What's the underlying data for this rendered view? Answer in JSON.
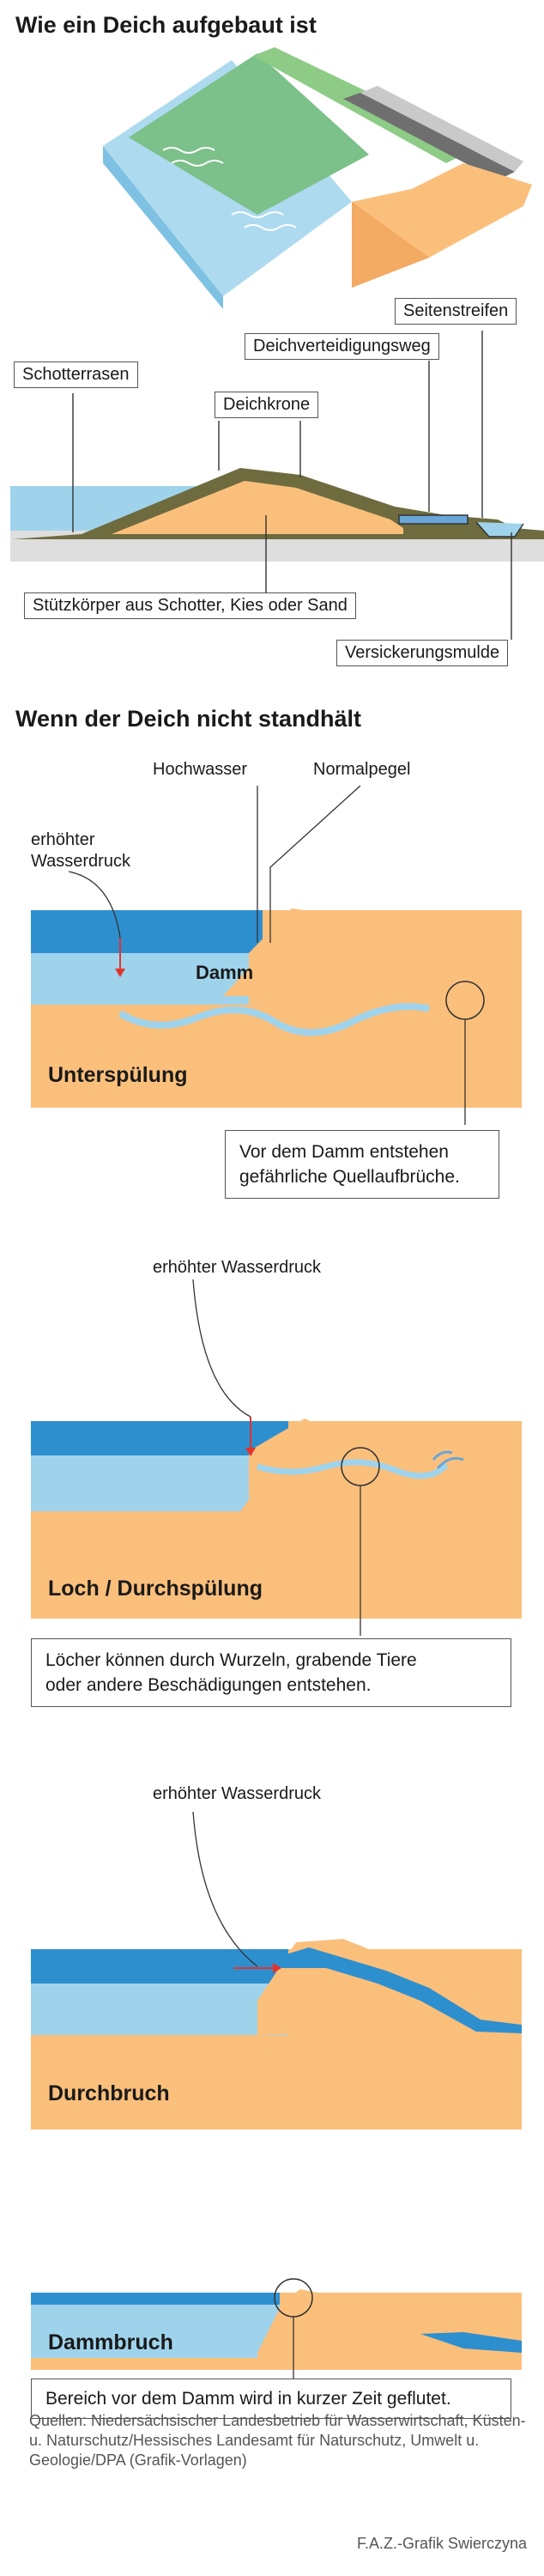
{
  "section1": {
    "title": "Wie ein Deich aufgebaut ist",
    "labels": {
      "seitenstreifen": "Seitenstreifen",
      "deichverteidigungsweg": "Deichverteidigungsweg",
      "schotterrasen": "Schotterrasen",
      "deichkrone": "Deichkrone",
      "stuetzkoerper": "Stützkörper aus Schotter, Kies oder Sand",
      "versickerungsmulde": "Versickerungsmulde"
    }
  },
  "section2": {
    "title": "Wenn der Deich nicht standhält",
    "panels": [
      {
        "name": "Unterspülung",
        "labels": {
          "hochwasser": "Hochwasser",
          "normalpegel": "Normalpegel",
          "druck": "erhöhter\nWasserdruck",
          "damm": "Damm"
        },
        "info": "Vor dem Damm entstehen\ngefährliche Quellaufbrüche."
      },
      {
        "name": "Loch / Durchspülung",
        "labels": {
          "druck": "erhöhter Wasserdruck"
        },
        "info": "Löcher können durch Wurzeln, grabende Tiere\noder andere Beschädigungen entstehen."
      },
      {
        "name": "Durchbruch",
        "labels": {
          "druck": "erhöhter Wasserdruck"
        }
      },
      {
        "name": "Dammbruch",
        "info": "Bereich vor dem Damm wird in kurzer Zeit geflutet."
      }
    ]
  },
  "footer": {
    "source": "Quellen: Niedersächsischer Landesbetrieb für Wasserwirtschaft, Küsten- u. Naturschutz/Hessisches Landesamt für Naturschutz, Umwelt u. Geologie/DPA (Grafik-Vorlagen)",
    "credit": "F.A.Z.-Grafik Swierczyna"
  },
  "colors": {
    "deep_water": "#2e8fcf",
    "light_water": "#9fd3ec",
    "sand": "#fbbf7c",
    "dike_outline": "#6e6b3f",
    "grass": "#6cc17a",
    "alarm_red": "#e2332d"
  }
}
